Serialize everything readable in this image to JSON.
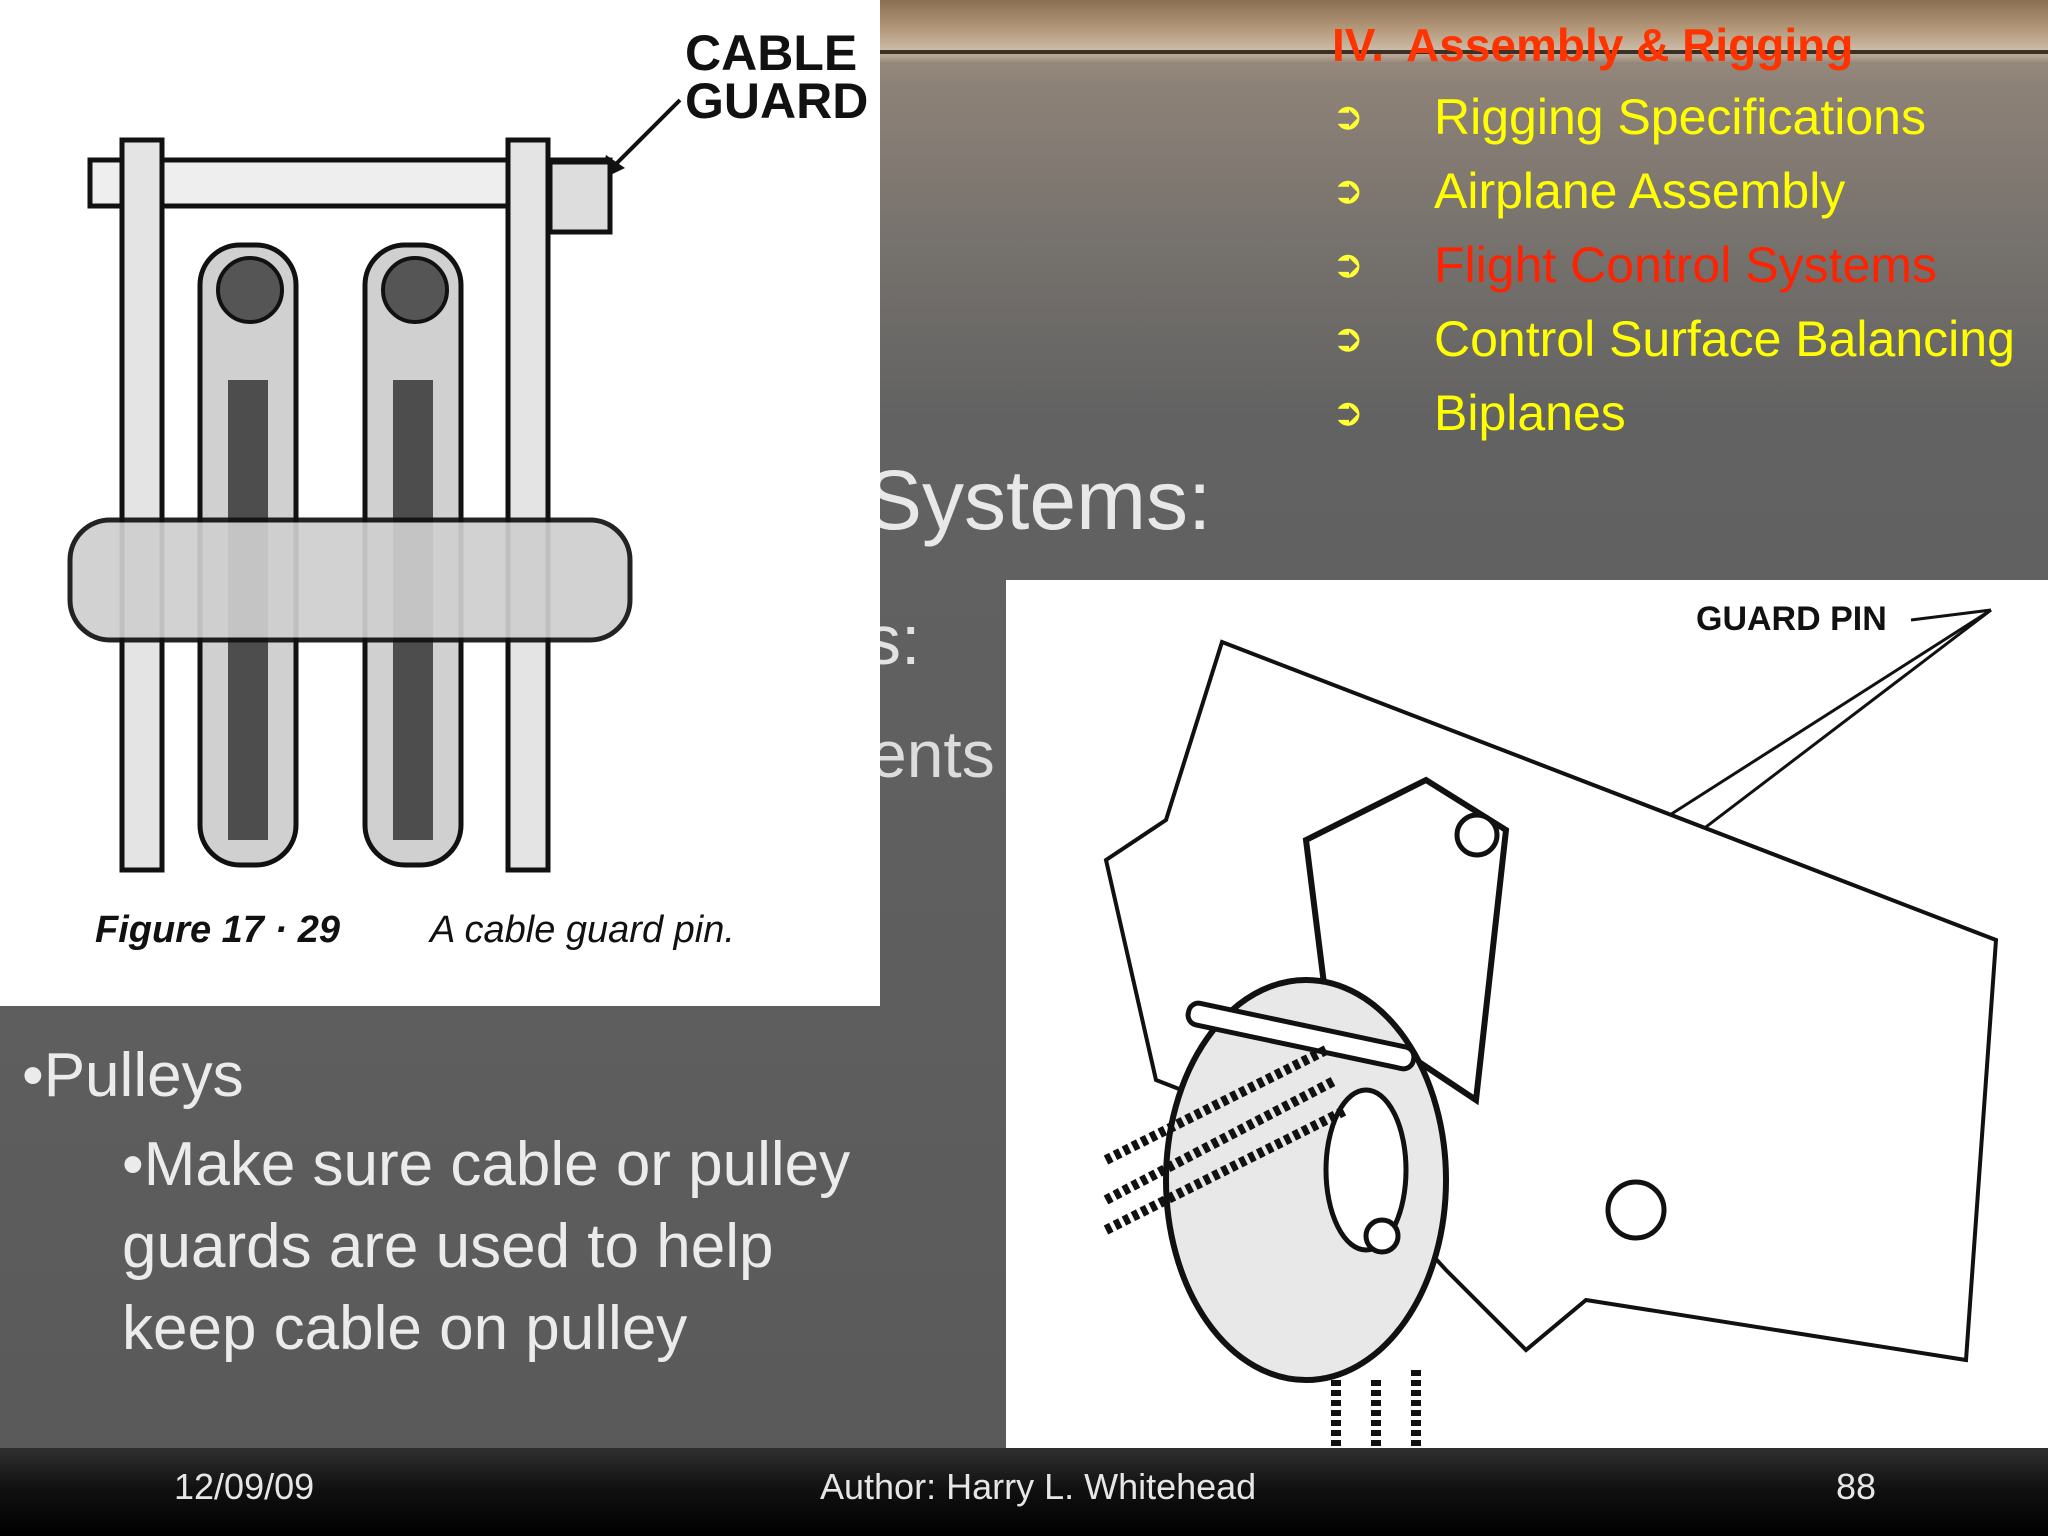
{
  "header": {
    "section_number": "IV.",
    "section_title": "Assembly & Rigging",
    "toc": [
      {
        "label": "Rigging Specifications",
        "active": false
      },
      {
        "label": "Airplane Assembly",
        "active": false
      },
      {
        "label": "Flight Control Systems",
        "active": true
      },
      {
        "label": "Control Surface Balancing",
        "active": false
      },
      {
        "label": "Biplanes",
        "active": false
      }
    ],
    "arrow_glyph": "➲"
  },
  "slide": {
    "heading_visible": "Systems:",
    "subheading_visible": "s:",
    "sub_bullet_visible": "ents",
    "pulleys_label": "•Pulleys",
    "pulleys_detail": "•Make sure cable or pulley guards are used to help keep cable on pulley"
  },
  "figure_left": {
    "callout": "CABLE",
    "callout_line2": "GUARD",
    "caption_number": "Figure 17 · 29",
    "caption_text": "A cable guard pin."
  },
  "figure_right": {
    "callout": "GUARD PIN"
  },
  "footer": {
    "date": "12/09/09",
    "author": "Author:  Harry L. Whitehead",
    "page": "88"
  },
  "colors": {
    "toc_item": "#ffff00",
    "toc_active": "#ff2200",
    "section_title": "#ff3300",
    "body_text": "#ebebeb"
  }
}
